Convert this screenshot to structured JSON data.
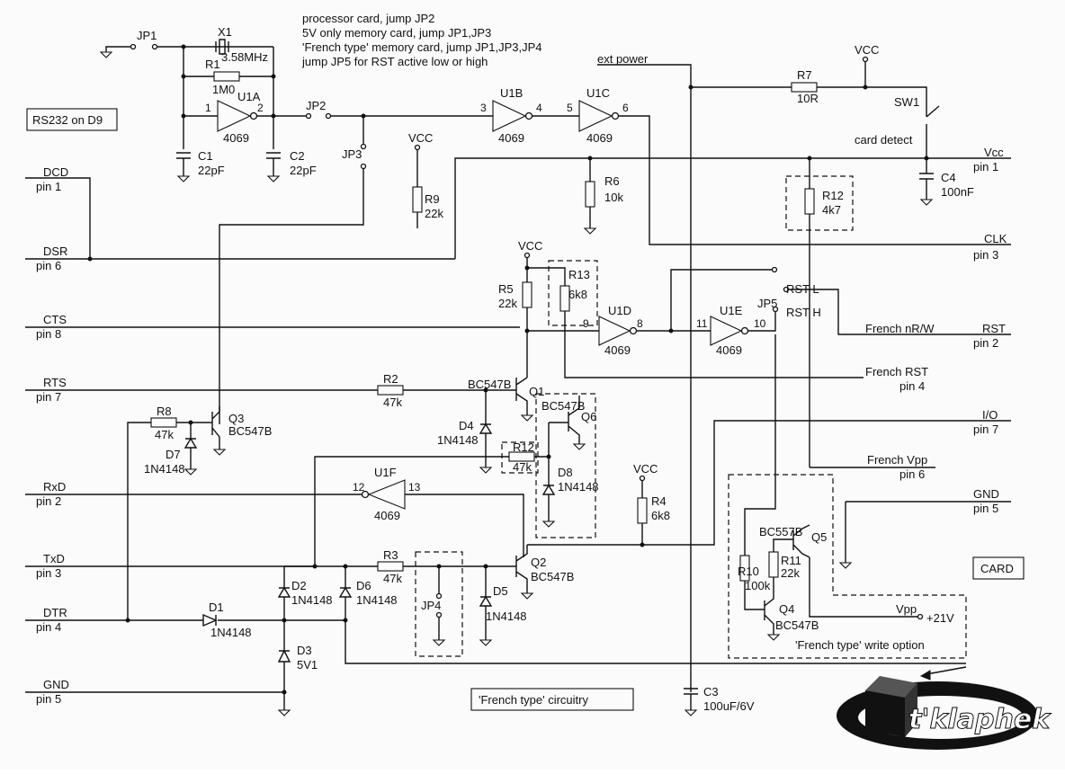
{
  "notes": {
    "line1": "processor card, jump JP2",
    "line2": "5V only memory card, jump JP1,JP3",
    "line3": "'French type' memory card, jump JP1,JP3,JP4",
    "line4": "jump JP5 for RST active low or high"
  },
  "boxes": {
    "rs232": "RS232 on D9",
    "card": "CARD",
    "french_circuitry": "'French type' circuitry",
    "french_write": "'French type' write option"
  },
  "left_pins": {
    "dcd": {
      "name": "DCD",
      "pin": "pin 1"
    },
    "dsr": {
      "name": "DSR",
      "pin": "pin 6"
    },
    "cts": {
      "name": "CTS",
      "pin": "pin 8"
    },
    "rts": {
      "name": "RTS",
      "pin": "pin 7"
    },
    "rxd": {
      "name": "RxD",
      "pin": "pin 2"
    },
    "txd": {
      "name": "TxD",
      "pin": "pin 3"
    },
    "dtr": {
      "name": "DTR",
      "pin": "pin 4"
    },
    "gnd": {
      "name": "GND",
      "pin": "pin 5"
    }
  },
  "right_pins": {
    "vcc": {
      "name": "Vcc",
      "pin": "pin 1"
    },
    "clk": {
      "name": "CLK",
      "pin": "pin 3"
    },
    "rst": {
      "name": "RST",
      "pin": "pin 2"
    },
    "french_nrw": "French nR/W",
    "french_rst": {
      "name": "French RST",
      "pin": "pin 4"
    },
    "io": {
      "name": "I/O",
      "pin": "pin 7"
    },
    "french_vpp": {
      "name": "French Vpp",
      "pin": "pin 6"
    },
    "gnd": {
      "name": "GND",
      "pin": "pin 5"
    },
    "vpp": {
      "name": "Vpp",
      "value": "+21V"
    }
  },
  "components": {
    "jp1": "JP1",
    "jp2": "JP2",
    "jp3": "JP3",
    "jp4": "JP4",
    "jp5": "JP5",
    "x1": {
      "ref": "X1",
      "value": "3.58MHz"
    },
    "r1": {
      "ref": "R1",
      "value": "1M0"
    },
    "c1": {
      "ref": "C1",
      "value": "22pF"
    },
    "c2": {
      "ref": "C2",
      "value": "22pF"
    },
    "u1a": {
      "ref": "U1A",
      "part": "4069",
      "in": "1",
      "out": "2"
    },
    "u1b": {
      "ref": "U1B",
      "part": "4069",
      "in": "3",
      "out": "4"
    },
    "u1c": {
      "ref": "U1C",
      "part": "4069",
      "in": "5",
      "out": "6"
    },
    "u1d": {
      "ref": "U1D",
      "part": "4069",
      "in": "9",
      "out": "8"
    },
    "u1e": {
      "ref": "U1E",
      "part": "4069",
      "in": "11",
      "out": "10"
    },
    "u1f": {
      "ref": "U1F",
      "part": "4069",
      "in": "12",
      "out": "13"
    },
    "r2": {
      "ref": "R2",
      "value": "47k"
    },
    "r3": {
      "ref": "R3",
      "value": "47k"
    },
    "r4": {
      "ref": "R4",
      "value": "6k8"
    },
    "r5": {
      "ref": "R5",
      "value": "22k"
    },
    "r6": {
      "ref": "R6",
      "value": "10k"
    },
    "r7": {
      "ref": "R7",
      "value": "10R"
    },
    "r8": {
      "ref": "R8",
      "value": "47k"
    },
    "r9": {
      "ref": "R9",
      "value": "22k"
    },
    "r10": {
      "ref": "R10",
      "value": "100k"
    },
    "r11": {
      "ref": "R11",
      "value": "22k"
    },
    "r12a": {
      "ref": "R12",
      "value": "4k7"
    },
    "r12b": {
      "ref": "R12",
      "value": "47k"
    },
    "r13": {
      "ref": "R13",
      "value": "6k8"
    },
    "c3": {
      "ref": "C3",
      "value": "100uF/6V"
    },
    "c4": {
      "ref": "C4",
      "value": "100nF"
    },
    "q1": {
      "ref": "Q1",
      "part": "BC547B"
    },
    "q2": {
      "ref": "Q2",
      "part": "BC547B"
    },
    "q3": {
      "ref": "Q3",
      "part": "BC547B"
    },
    "q4": {
      "ref": "Q4",
      "part": "BC547B"
    },
    "q5": {
      "ref": "Q5",
      "part": "BC557B"
    },
    "q6": {
      "ref": "Q6",
      "part": "BC547B"
    },
    "d1": {
      "ref": "D1",
      "part": "1N4148"
    },
    "d2": {
      "ref": "D2",
      "part": "1N4148"
    },
    "d3": {
      "ref": "D3",
      "part": "5V1"
    },
    "d4": {
      "ref": "D4",
      "part": "1N4148"
    },
    "d5": {
      "ref": "D5",
      "part": "1N4148"
    },
    "d6": {
      "ref": "D6",
      "part": "1N4148"
    },
    "d7": {
      "ref": "D7",
      "part": "1N4148"
    },
    "d8": {
      "ref": "D8",
      "part": "1N4148"
    },
    "sw1": "SW1",
    "card_detect": "card detect",
    "vcc": "VCC",
    "ext_power": "ext power",
    "rst_l": "RST L",
    "rst_h": "RST H"
  },
  "logo": {
    "text": "t'klaphek"
  }
}
